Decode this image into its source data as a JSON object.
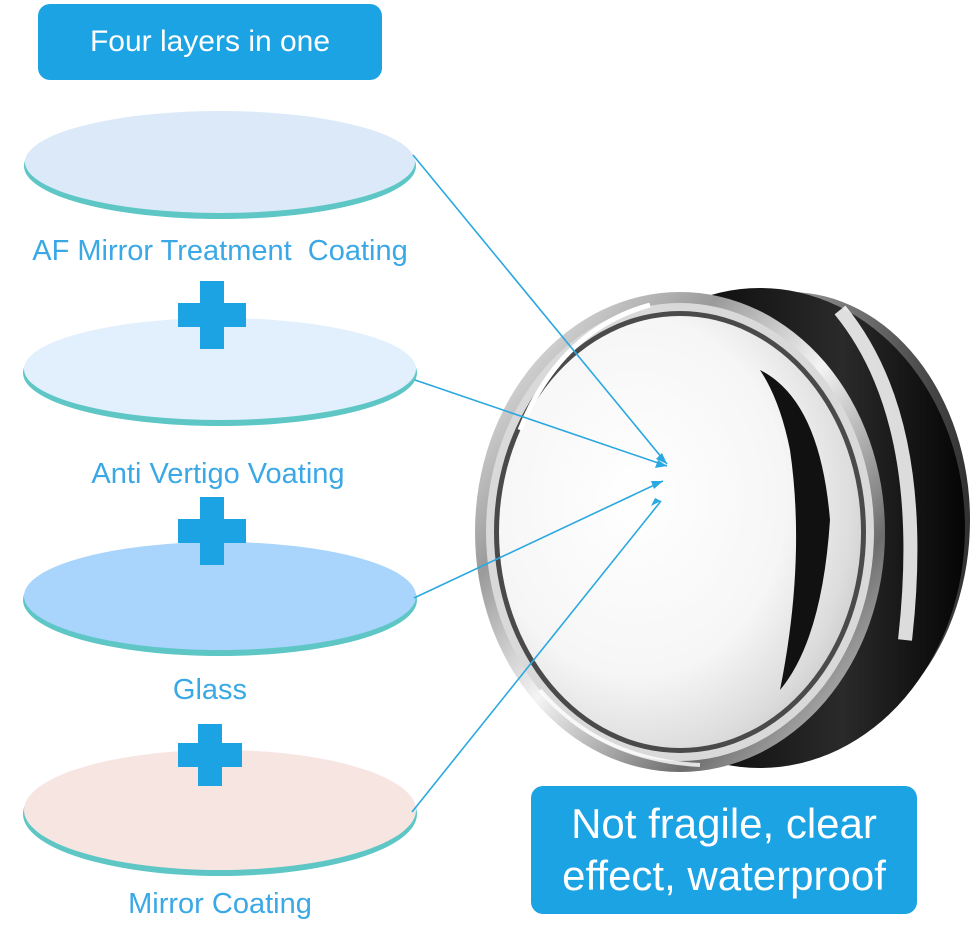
{
  "title": "Four layers in one",
  "layers": [
    {
      "label": "AF Mirror Treatment  Coating",
      "color": "#dbe9f8"
    },
    {
      "label": "Anti Vertigo Voating",
      "color": "#e2f0fd"
    },
    {
      "label": "Glass",
      "color": "#a9d4fb"
    },
    {
      "label": "Mirror Coating",
      "color": "#f7e5e1"
    }
  ],
  "badge": {
    "line1": "Not fragile, clear",
    "line2": "effect, waterproof"
  },
  "colors": {
    "accent": "#1ba3e4",
    "label": "#3ba8e6",
    "plus": "#1ba3e4",
    "edge": "#5ec7c6"
  },
  "icons": [
    "plus-icon",
    "mirror-image"
  ]
}
